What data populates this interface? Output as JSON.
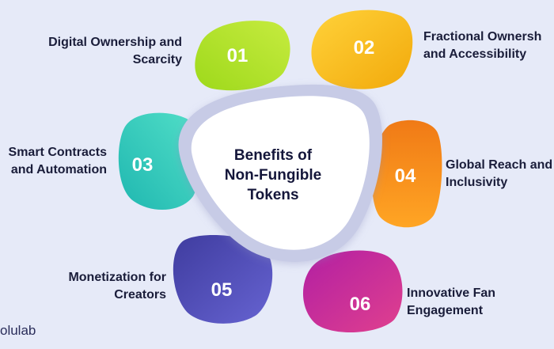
{
  "title": "Benefits of Non-Fungible Tokens",
  "brand": "olulab",
  "items": [
    {
      "num": "01",
      "lines": [
        "Digital Ownership and",
        "Scarcity"
      ]
    },
    {
      "num": "02",
      "lines": [
        "Fractional Ownersh",
        "and Accessibility"
      ]
    },
    {
      "num": "03",
      "lines": [
        "Smart Contracts",
        "and Automation"
      ]
    },
    {
      "num": "04",
      "lines": [
        "Global Reach and",
        "Inclusivity"
      ]
    },
    {
      "num": "05",
      "lines": [
        "Monetization for",
        "Creators"
      ]
    },
    {
      "num": "06",
      "lines": [
        "Innovative Fan",
        "Engagement"
      ]
    }
  ],
  "title_lines": [
    "Benefits of",
    "Non-Fungible",
    "Tokens"
  ],
  "colors": {
    "background": "#e6eaf8",
    "center_ring": "#c7cbe6",
    "center_fill": "#ffffff",
    "blob01": [
      "#9ed91b",
      "#c6eb3f"
    ],
    "blob02": [
      "#f2a90b",
      "#ffd23a"
    ],
    "blob03": [
      "#1fb7b0",
      "#52dfc8"
    ],
    "blob04": [
      "#f07a16",
      "#ffa524"
    ],
    "blob05": [
      "#3f3c9f",
      "#6663d1"
    ],
    "blob06": [
      "#b21fa3",
      "#e0408e"
    ],
    "text": "#1a1d3a"
  }
}
